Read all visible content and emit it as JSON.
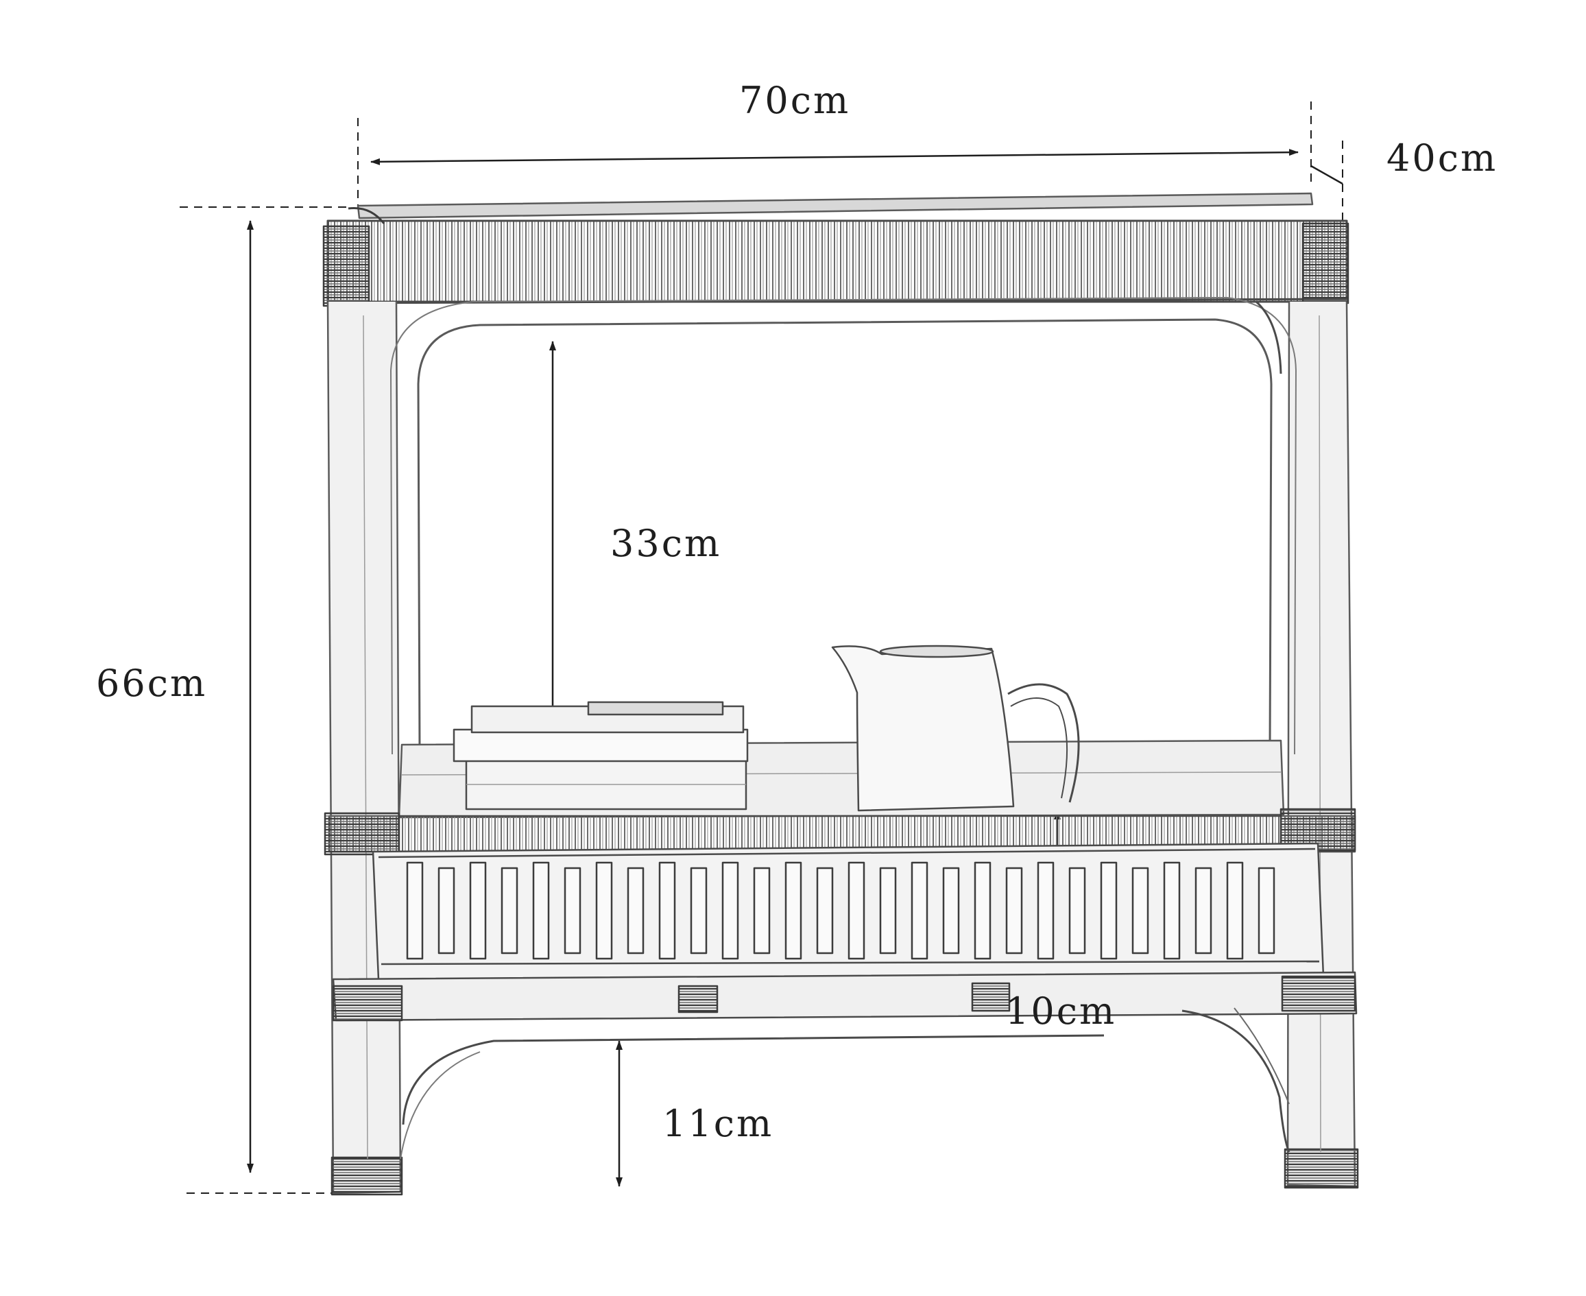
{
  "dimensions": {
    "width": "70cm",
    "depth": "40cm",
    "height": "66cm",
    "shelf_gap": "33cm",
    "rail_height": "10cm",
    "floor_clearance": "11cm"
  },
  "colors": {
    "ink": "#1e1e1e",
    "pencil": "#5a5a5a",
    "light_pencil": "#8a8a8a",
    "background": "#ffffff"
  }
}
